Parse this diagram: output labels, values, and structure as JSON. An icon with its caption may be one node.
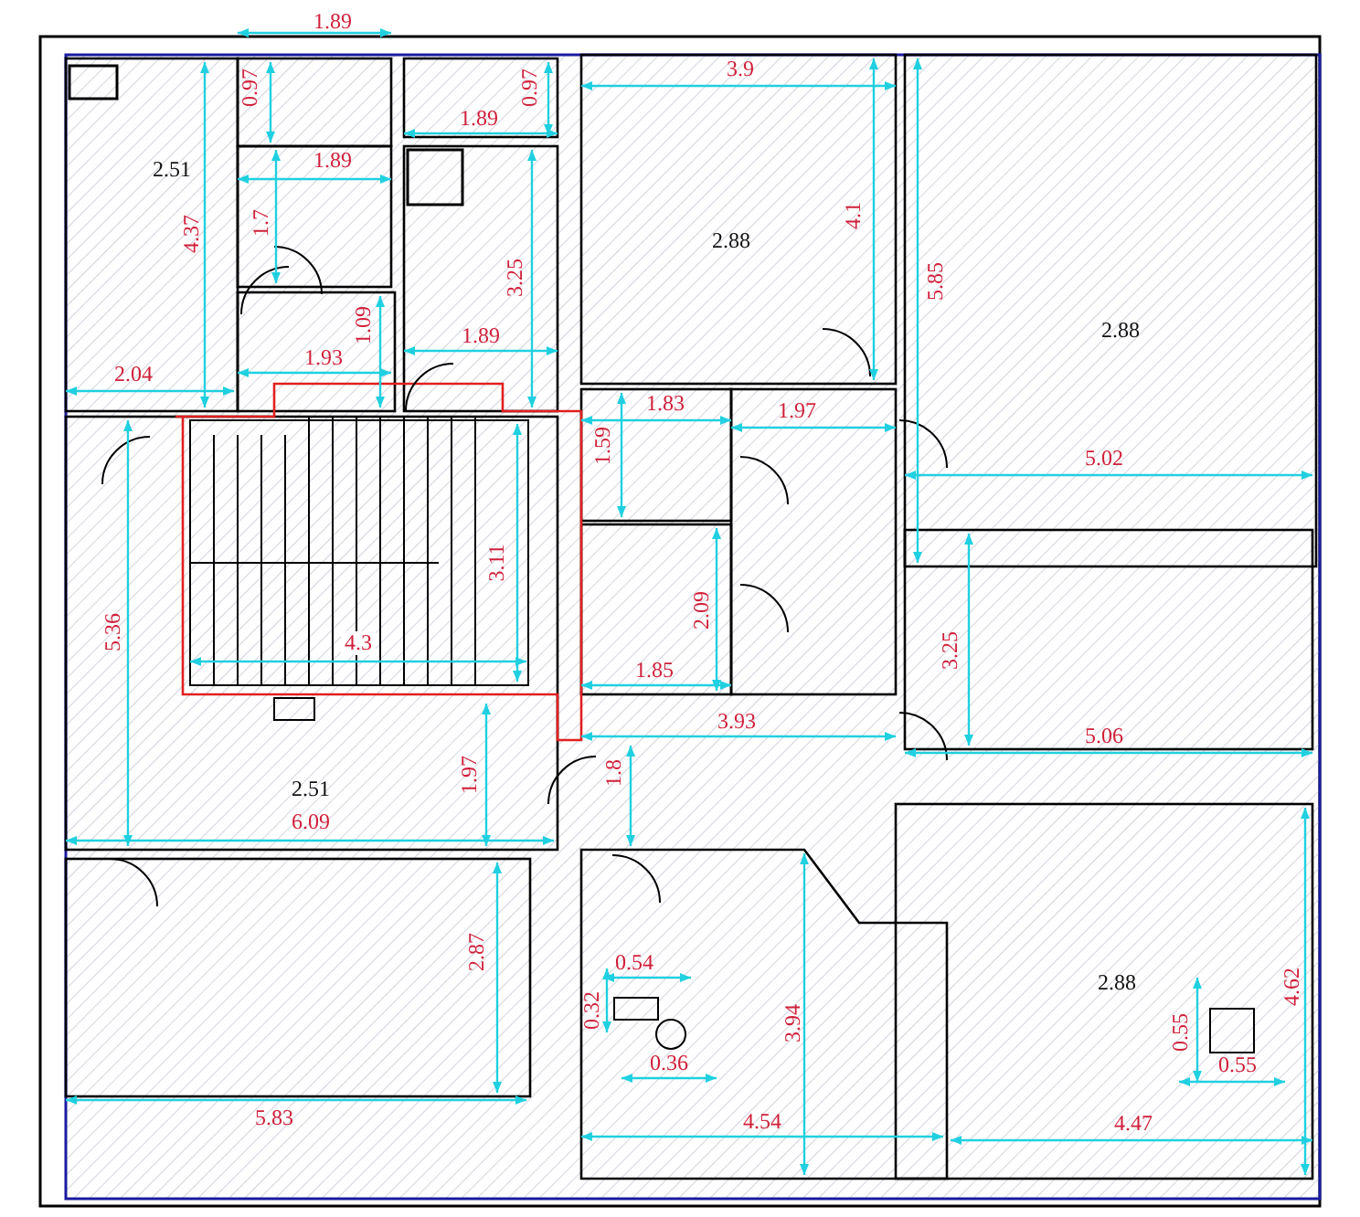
{
  "diagram": {
    "labels": [
      "1.89",
      "0.97",
      "1.89",
      "0.97",
      "3.9",
      "2.51",
      "1.89",
      "4.37",
      "1.7",
      "4.1",
      "2.88",
      "3.25",
      "5.85",
      "2.88",
      "1.09",
      "1.89",
      "1.93",
      "2.04",
      "1.83",
      "1.97",
      "1.59",
      "5.02",
      "3.11",
      "2.09",
      "4.3",
      "1.85",
      "5.36",
      "3.25",
      "3.93",
      "5.06",
      "2.51",
      "1.97",
      "1.8",
      "6.09",
      "2.87",
      "0.54",
      "2.88",
      "0.32",
      "3.94",
      "4.62",
      "0.55",
      "0.36",
      "0.55",
      "5.83",
      "4.54",
      "4.47"
    ]
  }
}
